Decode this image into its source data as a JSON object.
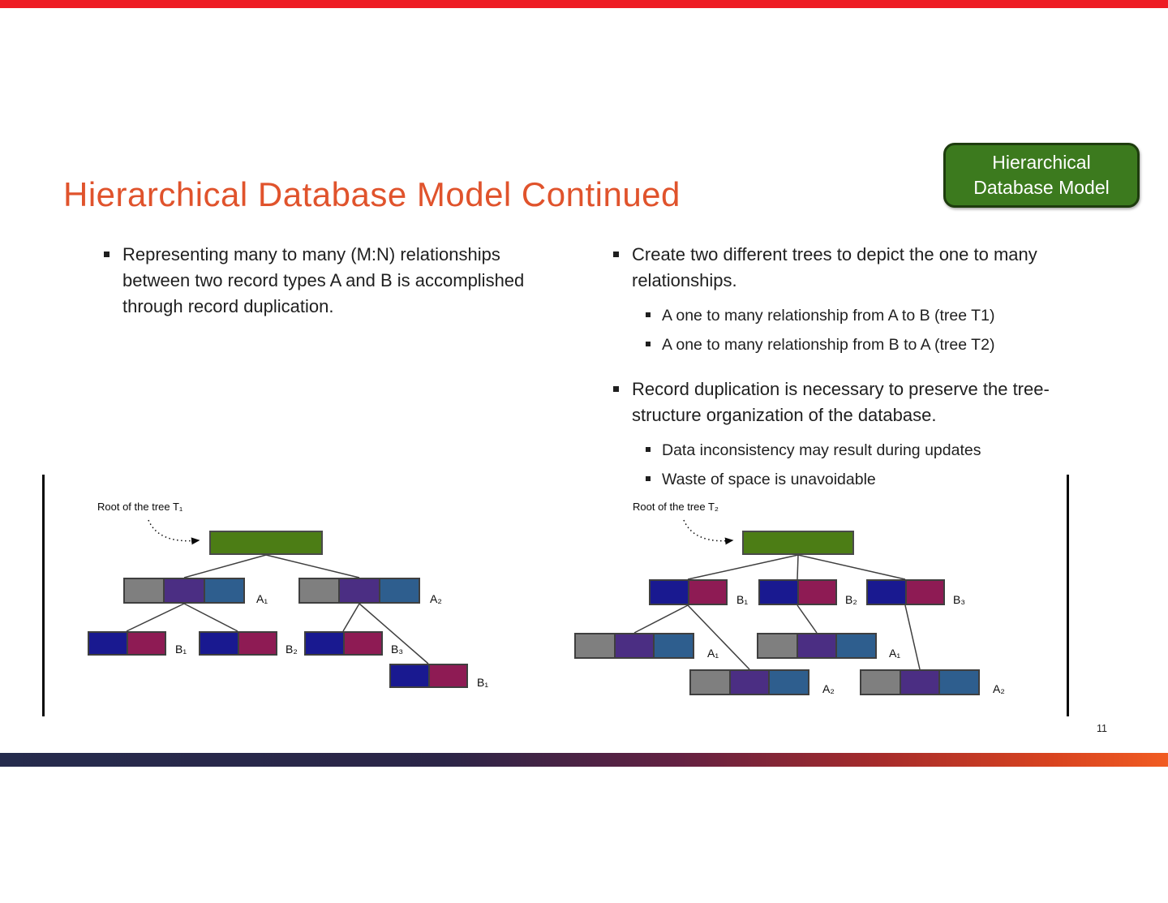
{
  "page": {
    "title": "Hierarchical Database Model Continued",
    "page_number": "11"
  },
  "badge": {
    "line1": "Hierarchical",
    "line2": "Database Model"
  },
  "bullets": {
    "left_main": "Representing many to many (M:N) relationships between two record types A and B is accomplished through record duplication.",
    "right_main_1": "Create two different trees to depict the one to many relationships.",
    "right_sub_1a": "A one to many relationship from A to B (tree T1)",
    "right_sub_1b": "A one to many relationship from B to A (tree T2)",
    "right_main_2": "Record duplication is necessary to preserve the tree- structure organization of the database.",
    "right_sub_2a": "Data inconsistency may result during updates",
    "right_sub_2b": "Waste of space is unavoidable"
  },
  "tree_t1": {
    "root_label": "Root of the tree T₁",
    "node_labels": {
      "a1": "A₁",
      "a2": "A₂",
      "b1": "B₁",
      "b2": "B₂",
      "b3": "B₃",
      "b1_dup": "B₁"
    }
  },
  "tree_t2": {
    "root_label": "Root of the tree T₂",
    "node_labels": {
      "b1": "B₁",
      "b2": "B₂",
      "b3": "B₃",
      "a1a": "A₁",
      "a1b": "A₁",
      "a2a": "A₂",
      "a2b": "A₂"
    }
  },
  "colors": {
    "top_bar_red": "#EE1C24",
    "title_orange": "#E0532C",
    "badge_green": "#3C7A1E",
    "root_node_green": "#4C7D15",
    "segment_gray": "#7F7F7F",
    "segment_purple": "#4B2E83",
    "segment_blue": "#2E5E8E",
    "segment_navy": "#191990",
    "segment_maroon": "#8E1B54",
    "text_dark": "#1F1F1F"
  }
}
